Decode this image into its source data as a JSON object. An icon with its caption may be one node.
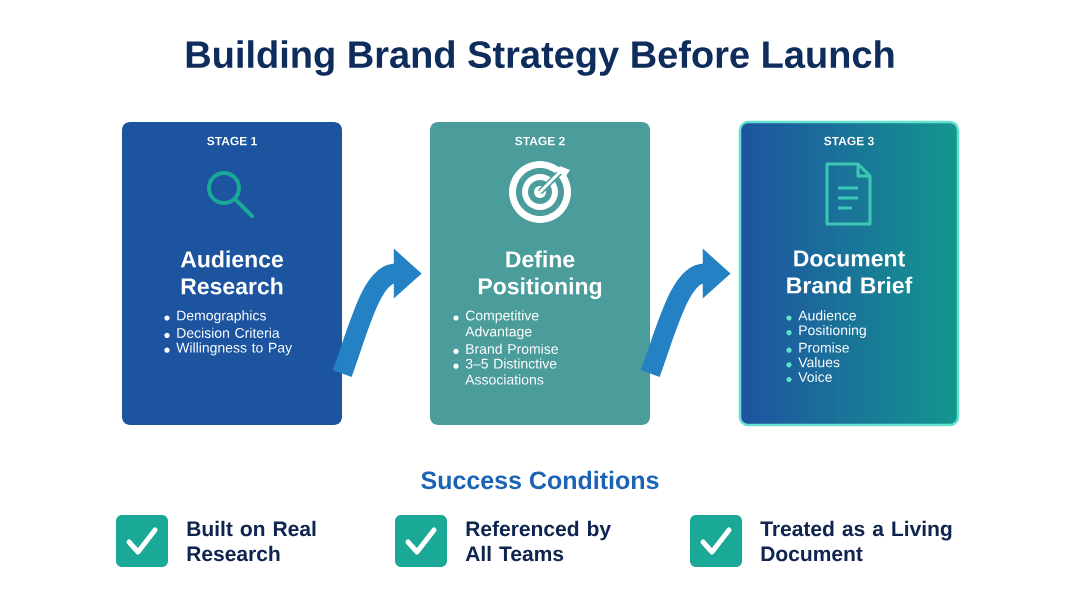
{
  "diagram": {
    "title": "Building Brand Strategy Before Launch",
    "nodes": [
      {
        "text": [
          "STAGE 1",
          "Audience Research",
          "Demographics",
          "Decision Criteria",
          "Willingness to Pay"
        ]
      },
      {
        "text": [
          "STAGE 2",
          "Define Positioning",
          "Competitive Advantage",
          "Brand Promise",
          "3–5 Distinctive Associations"
        ]
      },
      {
        "text": [
          "STAGE 3",
          "Document Brand Brief",
          "Audience",
          "Positioning",
          "Promise",
          "Values",
          "Voice"
        ]
      }
    ],
    "edges": [
      {
        "from": 0,
        "to": 1,
        "arrow": "to"
      },
      {
        "from": 1,
        "to": 2,
        "arrow": "to"
      }
    ],
    "labels": [
      "Success Conditions",
      "Built on Real Research",
      "Referenced by All Teams",
      "Treated as a Living Document"
    ]
  }
}
